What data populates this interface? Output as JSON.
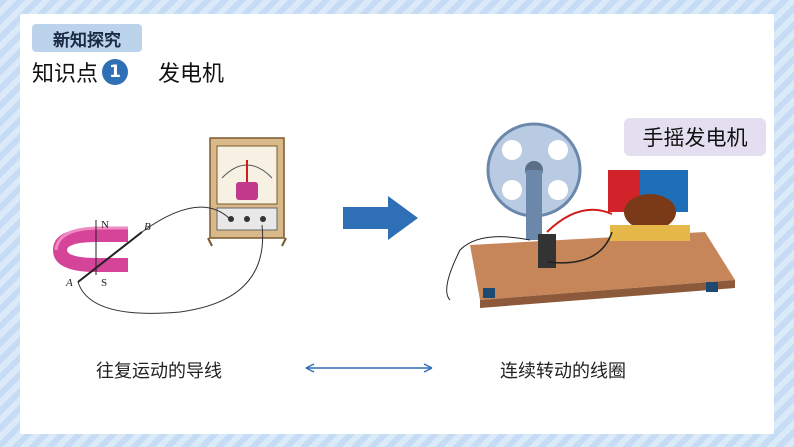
{
  "section_tag": "新知探究",
  "knowledge_point": {
    "label": "知识点",
    "number": "1",
    "title": "发电机"
  },
  "left_figure": {
    "labels": {
      "N": "N",
      "B": "B",
      "A": "A",
      "S": "S"
    }
  },
  "right_badge": "手摇发电机",
  "captions": {
    "left": "往复运动的导线",
    "right": "连续转动的线圈"
  },
  "colors": {
    "arrow": "#2f6fb6",
    "number_badge": "#2f6fb6",
    "tag_bg": "#bcd3ec",
    "badge_bg": "#e3def0"
  }
}
